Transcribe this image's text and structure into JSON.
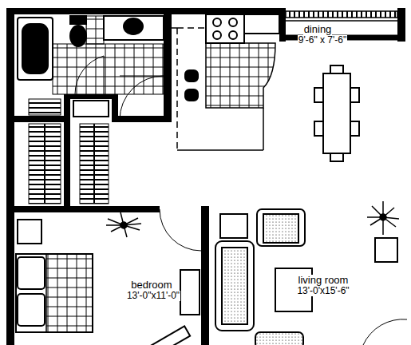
{
  "diagram": {
    "labels": [
      "dining",
      "9'-6\" x 7'-6\"",
      "bedroom",
      "13'-0\"x11'-0\"",
      "living room",
      "13'-0'x15'-6\""
    ]
  }
}
